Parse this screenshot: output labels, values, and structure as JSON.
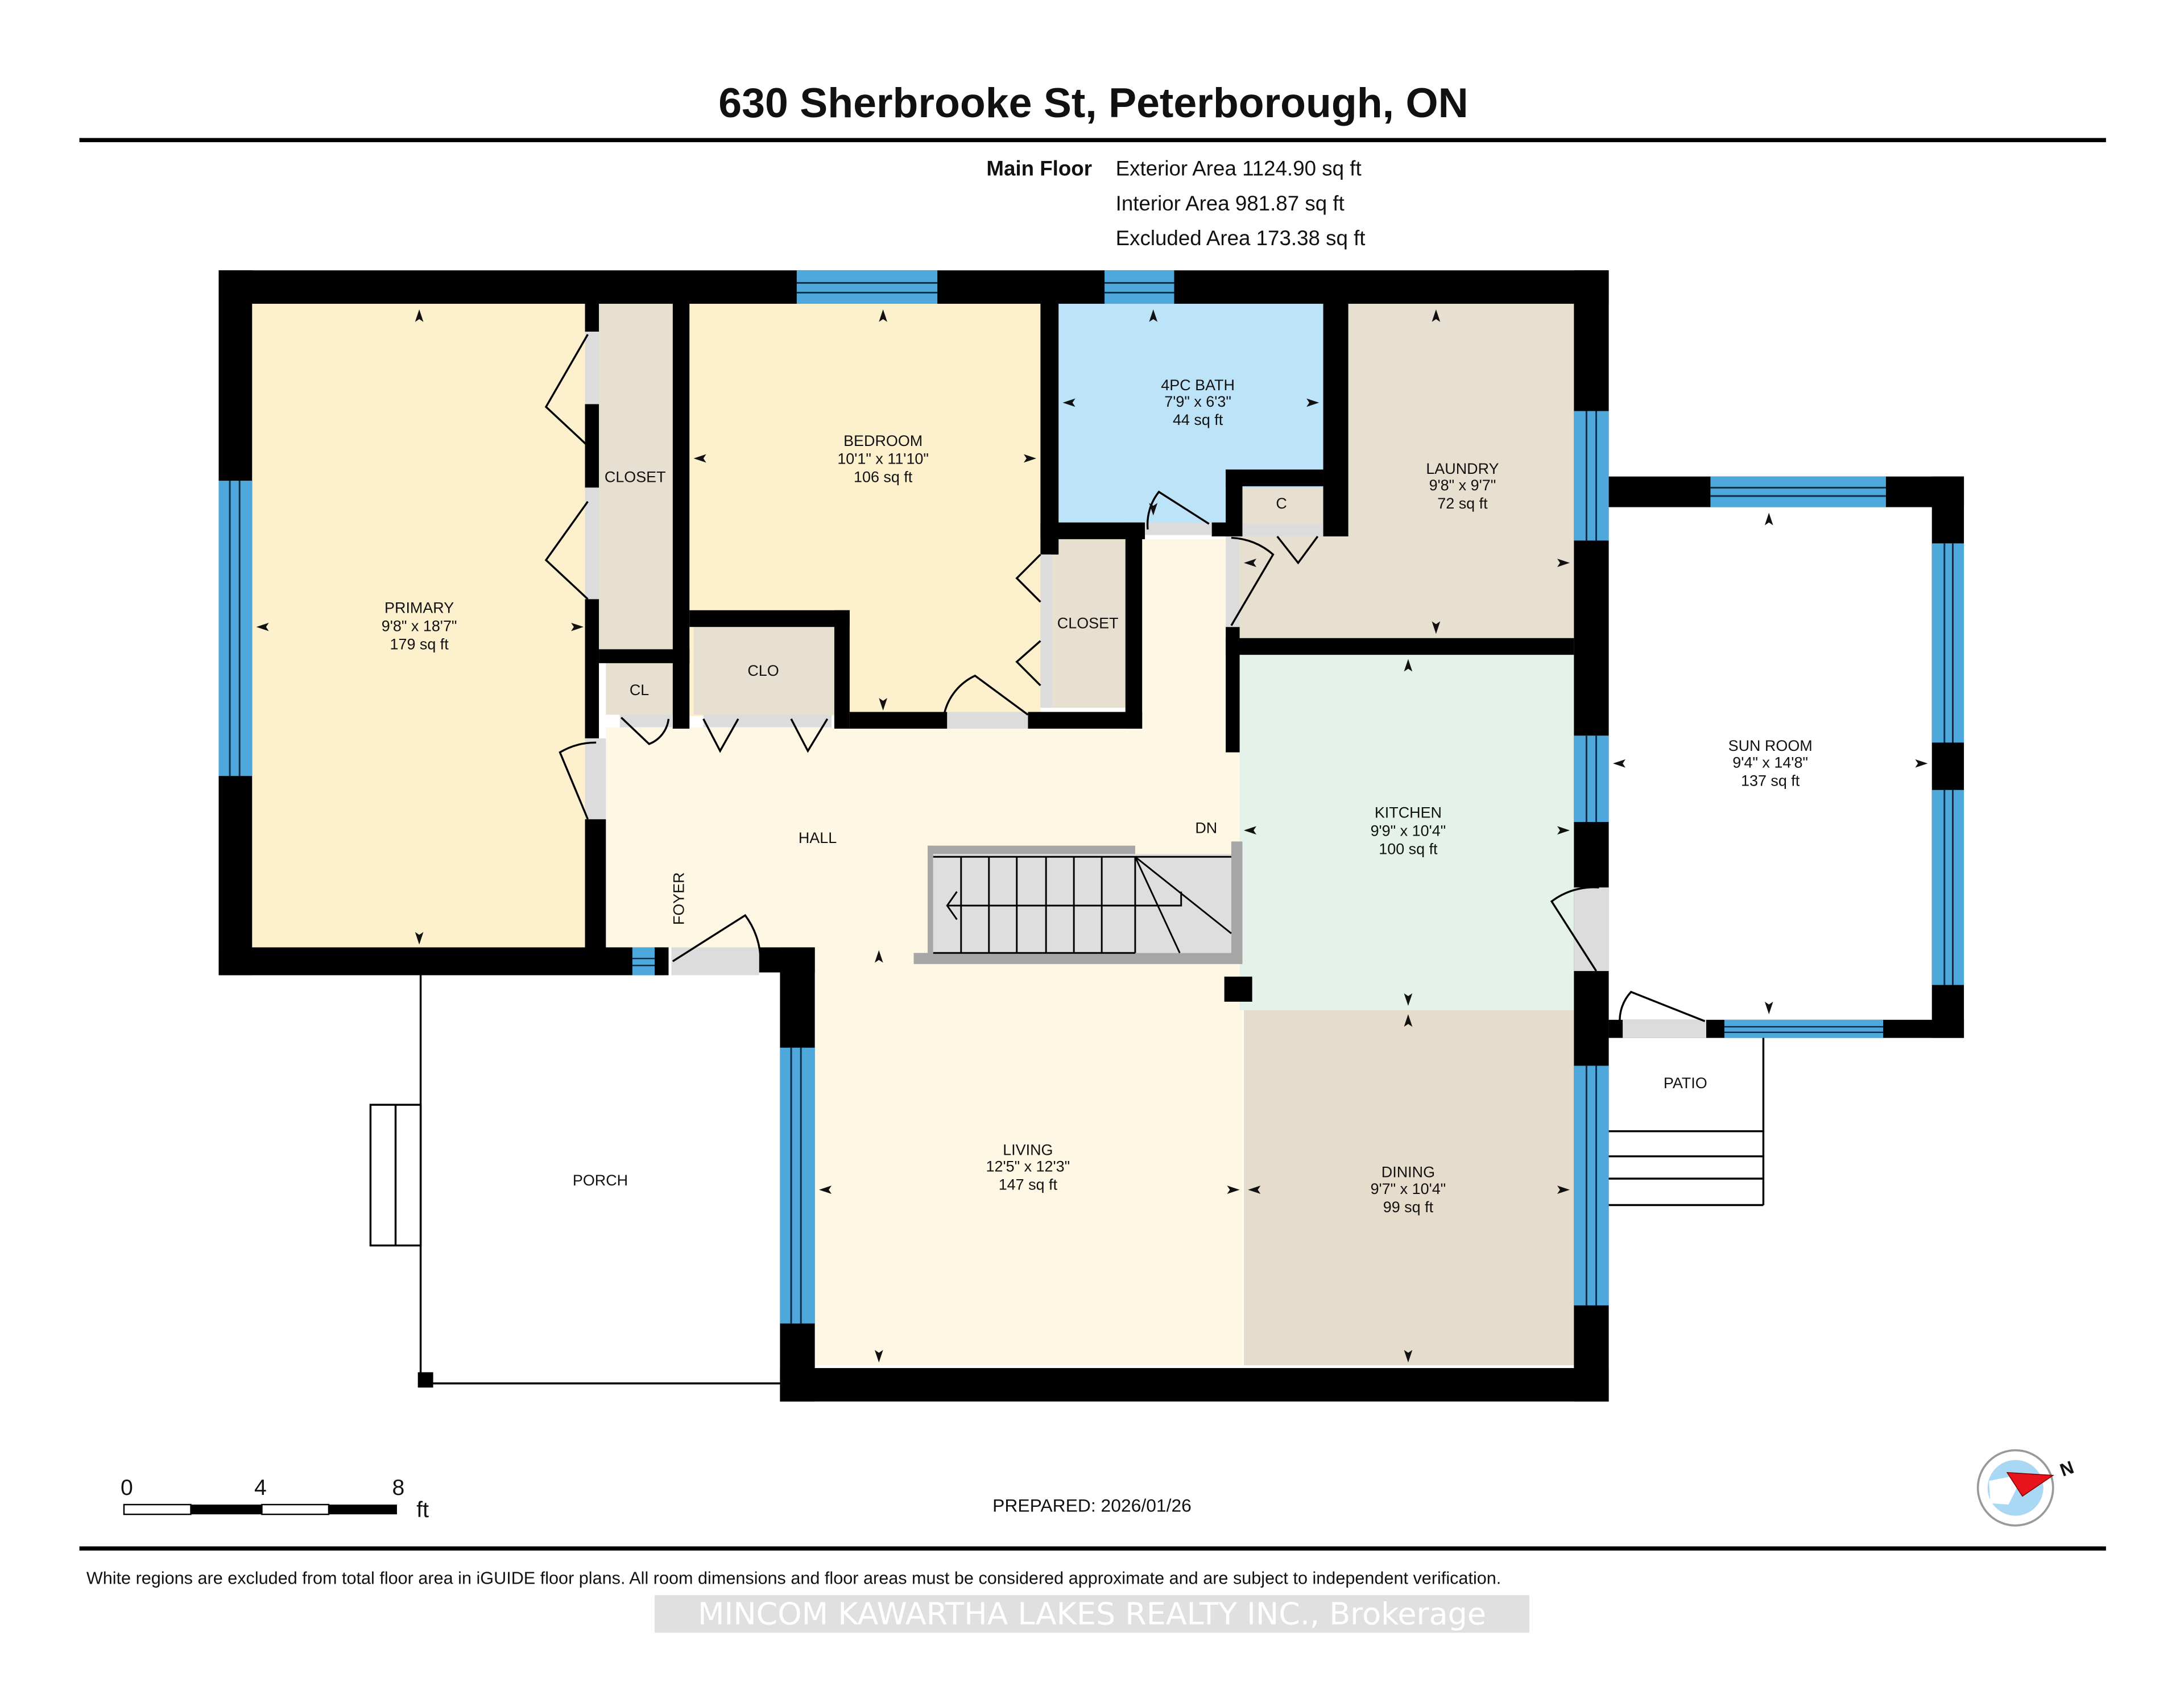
{
  "header": {
    "title": "630 Sherbrooke St, Peterborough, ON",
    "floor_label": "Main Floor",
    "exterior_area": "Exterior Area 1124.90 sq ft",
    "interior_area": "Interior Area 981.87 sq ft",
    "excluded_area": "Excluded Area 173.38 sq ft"
  },
  "rooms": {
    "primary": {
      "name": "PRIMARY",
      "dims": "9'8\" x 18'7\"",
      "area": "179 sq ft"
    },
    "bedroom": {
      "name": "BEDROOM",
      "dims": "10'1\" x 11'10\"",
      "area": "106 sq ft"
    },
    "bath": {
      "name": "4PC BATH",
      "dims": "7'9\" x 6'3\"",
      "area": "44 sq ft"
    },
    "laundry": {
      "name": "LAUNDRY",
      "dims": "9'8\" x 9'7\"",
      "area": "72 sq ft"
    },
    "sunroom": {
      "name": "SUN ROOM",
      "dims": "9'4\" x 14'8\"",
      "area": "137 sq ft"
    },
    "kitchen": {
      "name": "KITCHEN",
      "dims": "9'9\" x 10'4\"",
      "area": "100 sq ft"
    },
    "living": {
      "name": "LIVING",
      "dims": "12'5\" x 12'3\"",
      "area": "147 sq ft"
    },
    "dining": {
      "name": "DINING",
      "dims": "9'7\" x 10'4\"",
      "area": "99 sq ft"
    },
    "closet1": {
      "name": "CLOSET"
    },
    "closet2": {
      "name": "CLOSET"
    },
    "cl": {
      "name": "CL"
    },
    "clo": {
      "name": "CLO"
    },
    "c": {
      "name": "C"
    },
    "hall": {
      "name": "HALL"
    },
    "foyer": {
      "name": "FOYER"
    },
    "porch": {
      "name": "PORCH"
    },
    "patio": {
      "name": "PATIO"
    },
    "stairs_label": "DN"
  },
  "scale_bar": {
    "ticks": [
      "0",
      "4",
      "8"
    ],
    "unit": "ft"
  },
  "prepared": "PREPARED: 2026/01/26",
  "compass": {
    "label": "N"
  },
  "footer": {
    "disclaimer": "White regions are excluded from total floor area in iGUIDE floor plans. All room dimensions and floor areas must be considered approximate and are subject to independent verification.",
    "watermark": "MINCOM KAWARTHA LAKES REALTY INC., Brokerage"
  },
  "colors": {
    "wall": "#000000",
    "window": "#4fa8dc",
    "bedroom_fill": "#fdf0cc",
    "hall_fill": "#fdf7e3",
    "closet_fill": "#e7dfd0",
    "bath_fill": "#bde3f8",
    "kitchen_fill": "#e4f2ea",
    "dining_fill": "#e6dccb",
    "door_fill": "#dcdcdc",
    "compass_red": "#e8141c",
    "compass_blue": "#a9d8f4"
  }
}
